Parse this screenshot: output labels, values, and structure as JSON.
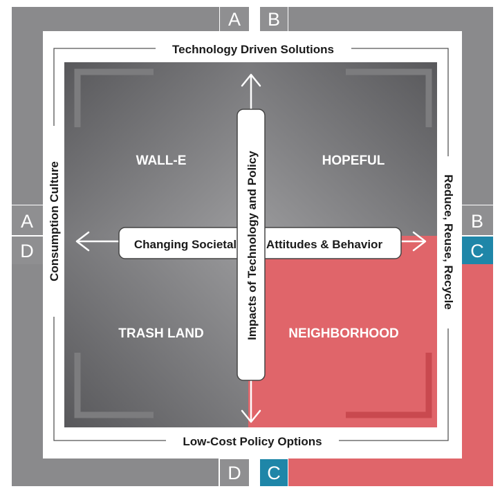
{
  "axes": {
    "top": "Technology Driven Solutions",
    "bottom": "Low-Cost Policy Options",
    "left": "Consumption Culture",
    "right": "Reduce, Reuse, Recycle"
  },
  "center": {
    "horizontal_left": "Changing Societal",
    "horizontal_right": "Attitudes & Behavior",
    "vertical": "Impacts of Technology and Policy"
  },
  "quadrants": {
    "top_left": "WALL-E",
    "top_right": "HOPEFUL",
    "bottom_left": "TRASH LAND",
    "bottom_right": "NEIGHBORHOOD"
  },
  "corner_tags": {
    "top_a": "A",
    "top_b": "B",
    "left_a": "A",
    "right_b": "B",
    "left_d": "D",
    "right_c": "C",
    "bottom_d": "D",
    "bottom_c": "C"
  },
  "colors": {
    "frame_gray": "#8a8a8c",
    "tag_gray": "#8f8f91",
    "highlight_red": "#e0656a",
    "tag_blue": "#1f86a8",
    "quadrant_dark": "#5f5f62",
    "quadrant_light": "#9a9a9c"
  }
}
